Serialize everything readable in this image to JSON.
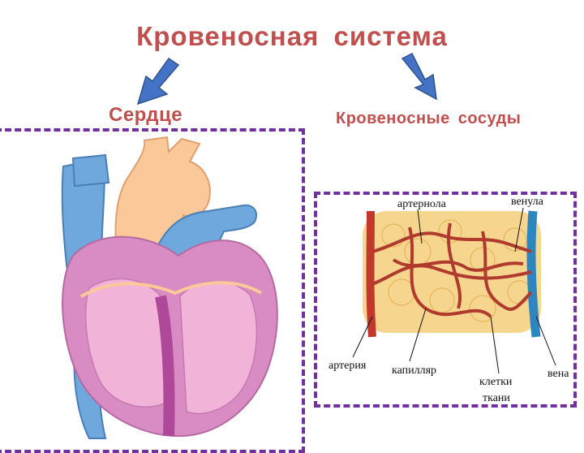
{
  "title": "Кровеносная  система",
  "branches": {
    "heart_label": "Сердце",
    "vessels_label": "Кровеносные  сосуды"
  },
  "vessels_diagram": {
    "labels": {
      "arteriole": "артернола",
      "venule": "венула",
      "artery": "артерия",
      "capillary": "капилляр",
      "tissue_cells_1": "клетки",
      "tissue_cells_2": "ткани",
      "vein": "вена"
    }
  },
  "colors": {
    "title": "#c0504d",
    "arrow": "#4472c4",
    "frame": "#7030a0",
    "artery": "#c0392b",
    "vein": "#2e86c1",
    "tissue": "#f5cf7a"
  }
}
